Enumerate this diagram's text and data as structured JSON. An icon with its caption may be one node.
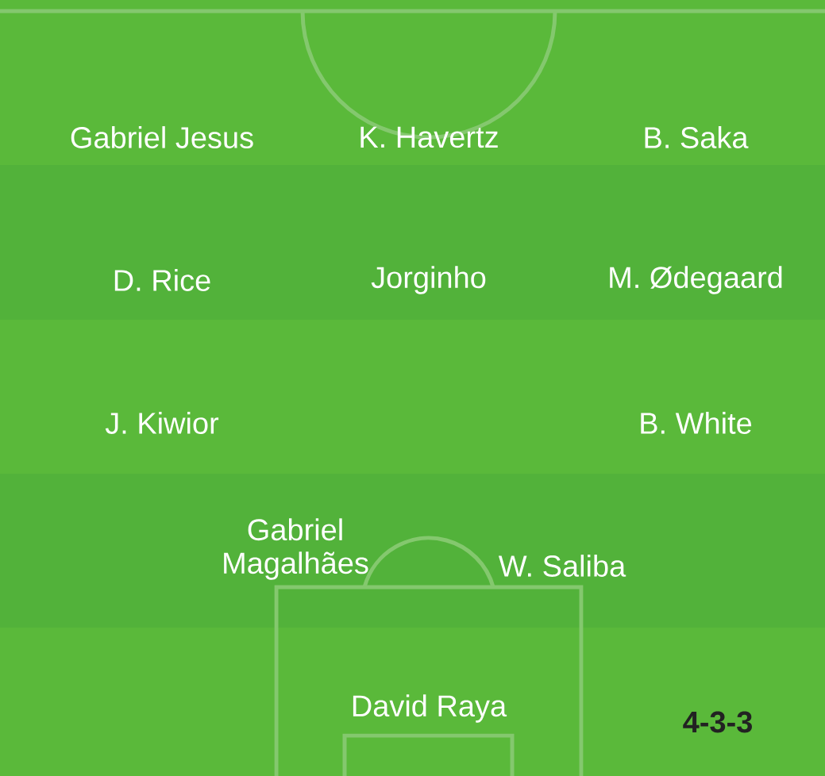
{
  "diagram": {
    "labels": [
      "Gabriel Jesus",
      "K. Havertz",
      "B. Saka",
      "D. Rice",
      "Jorginho",
      "M. Ødegaard",
      "J. Kiwior",
      "B. White",
      "Gabriel Magalhães",
      "W. Saliba",
      "David Raya",
      "4-3-3"
    ]
  }
}
